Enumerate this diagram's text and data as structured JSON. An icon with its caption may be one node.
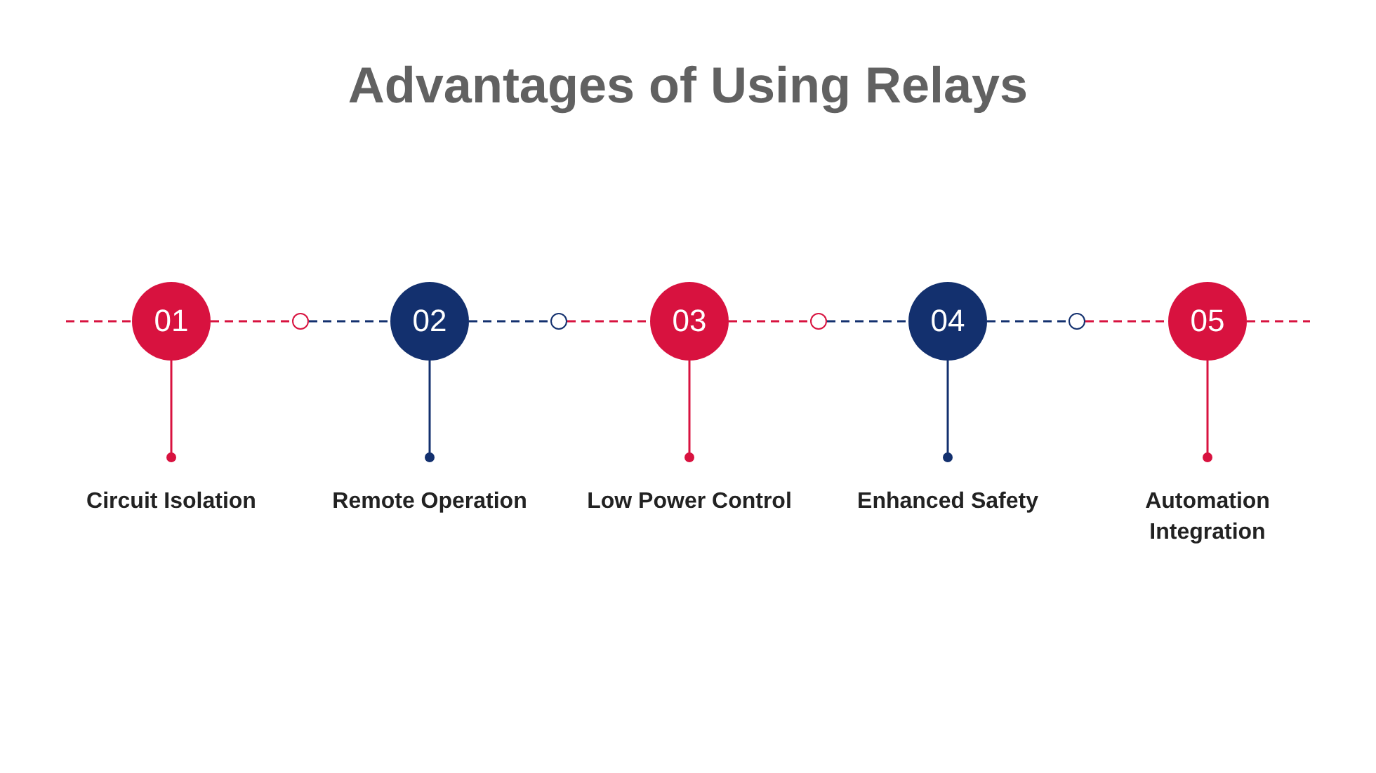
{
  "diagram": {
    "title": "Advantages of Using Relays",
    "nodes": [
      {
        "text": [
          "01"
        ]
      },
      {
        "text": [
          "02"
        ]
      },
      {
        "text": [
          "03"
        ]
      },
      {
        "text": [
          "04"
        ]
      },
      {
        "text": [
          "05"
        ]
      },
      {
        "text": [],
        "shape": "circle"
      },
      {
        "text": [],
        "shape": "circle"
      },
      {
        "text": [],
        "shape": "circle"
      },
      {
        "text": [],
        "shape": "circle"
      },
      {
        "text": [
          "Circuit Isolation"
        ]
      },
      {
        "text": [
          "Remote Operation"
        ]
      },
      {
        "text": [
          "Low Power Control"
        ]
      },
      {
        "text": [
          "Enhanced Safety"
        ]
      },
      {
        "text": [
          "Automation Integration"
        ]
      }
    ],
    "edges": [
      {
        "from": null,
        "to": 0,
        "arrow": "none",
        "style": "dashed"
      },
      {
        "from": 0,
        "to": 5,
        "arrow": "none",
        "style": "dashed"
      },
      {
        "from": 5,
        "to": 1,
        "arrow": "none",
        "style": "dashed",
        "color": "#13306e"
      },
      {
        "from": 1,
        "to": 6,
        "arrow": "none",
        "style": "dashed",
        "color": "#13306e"
      },
      {
        "from": 6,
        "to": 2,
        "arrow": "none",
        "style": "dashed"
      },
      {
        "from": 2,
        "to": 7,
        "arrow": "none",
        "style": "dashed"
      },
      {
        "from": 7,
        "to": 3,
        "arrow": "none",
        "style": "dashed",
        "color": "#13306e"
      },
      {
        "from": 3,
        "to": 8,
        "arrow": "none",
        "style": "dashed",
        "color": "#13306e"
      },
      {
        "from": 8,
        "to": 4,
        "arrow": "none",
        "style": "dashed"
      },
      {
        "from": 4,
        "to": null,
        "arrow": "none",
        "style": "dashed"
      },
      {
        "from": 0,
        "to": 9,
        "arrow": "other"
      },
      {
        "from": 1,
        "to": 10,
        "arrow": "other",
        "color": "#13306e"
      },
      {
        "from": 2,
        "to": 11,
        "arrow": "other"
      },
      {
        "from": 3,
        "to": 12,
        "arrow": "other",
        "color": "#13306e"
      },
      {
        "from": 4,
        "to": 13,
        "arrow": "other"
      }
    ]
  }
}
